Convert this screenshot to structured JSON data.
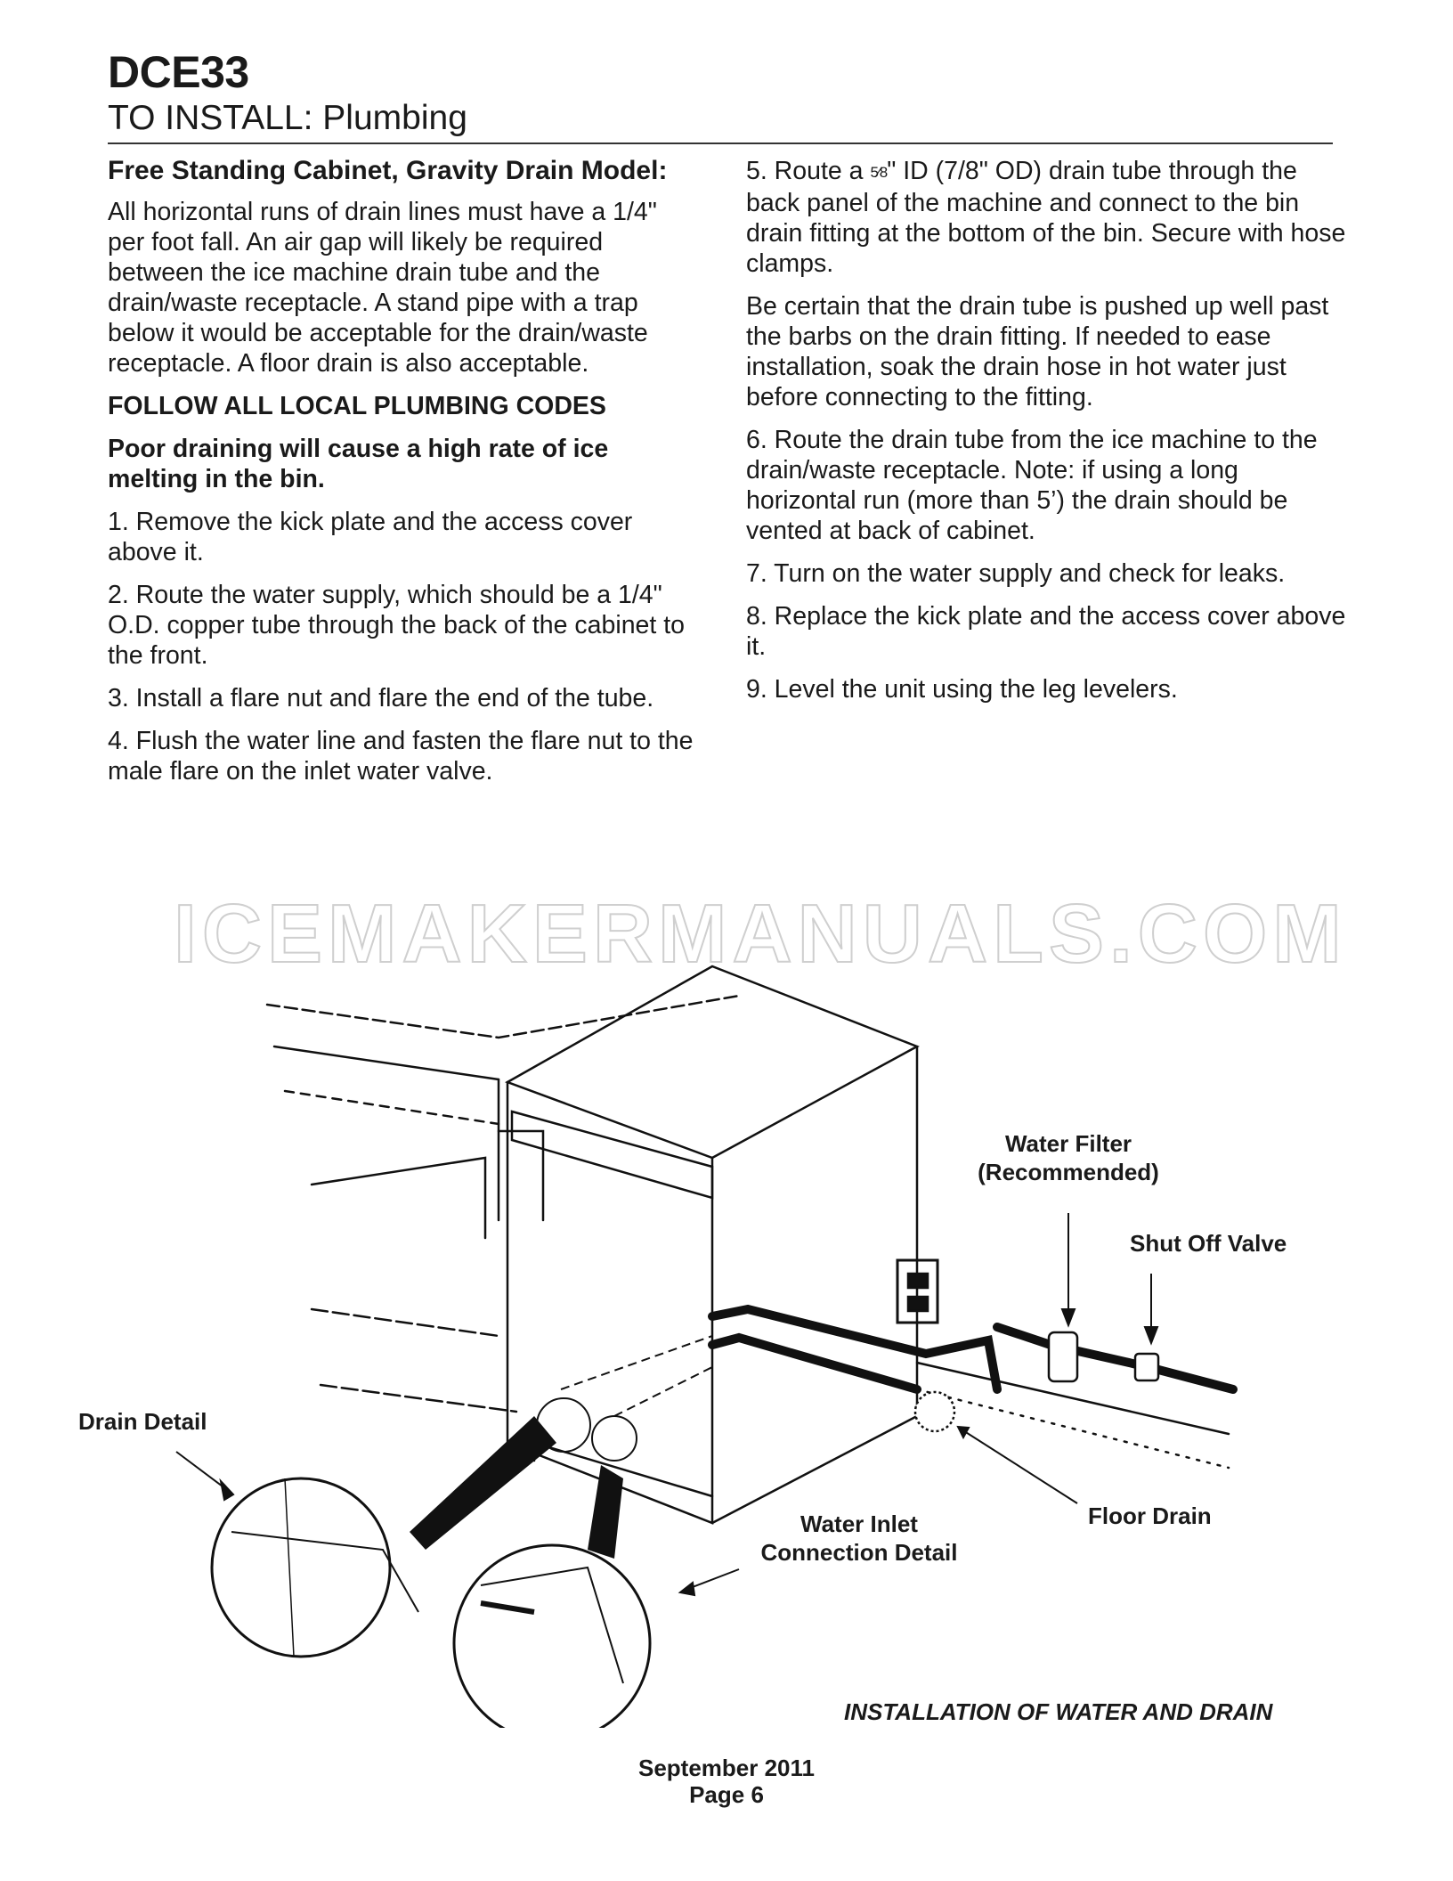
{
  "header": {
    "model": "DCE33",
    "section": "TO INSTALL: Plumbing"
  },
  "left_column": {
    "subtitle": "Free Standing Cabinet, Gravity Drain Model:",
    "intro": "All horizontal runs of drain lines must have a 1/4\" per foot fall. An air gap will likely be required between the ice machine drain tube and the drain/waste receptacle. A stand pipe with a trap below it would be acceptable for the drain/waste receptacle. A floor drain is also acceptable.",
    "codes": "FOLLOW ALL LOCAL PLUMBING CODES",
    "warning": "Poor draining will cause a high rate of ice melting in the bin.",
    "steps": [
      "1. Remove the kick plate and the access cover above it.",
      "2. Route the water supply, which should be a 1/4\" O.D. copper tube through the back of the cabinet to the front.",
      "3. Install a flare nut and flare the end of the tube.",
      "4. Flush the water line and fasten the flare nut to the male flare on the inlet water valve."
    ]
  },
  "right_column": {
    "step5_a": "5. Route a ",
    "step5_frac": "5⁄8",
    "step5_b": "\" ID (7/8\" OD) drain tube through the back panel of the machine and connect to the bin drain fitting at the bottom of the bin. Secure with hose clamps.",
    "note": "Be certain that the drain tube is pushed up well past the barbs on the drain fitting. If needed to ease installation, soak the drain hose in hot water just before connecting to the fitting.",
    "steps": [
      "6. Route the drain tube from the ice machine to the drain/waste receptacle. Note: if using a long horizontal run (more than 5’) the drain should be vented at back of cabinet.",
      "7. Turn on the water supply and check for leaks.",
      "8. Replace the kick plate and the access cover above it.",
      "9. Level the unit using the leg levelers."
    ]
  },
  "watermark": "ICEMAKERMANUALS.COM",
  "figure": {
    "labels": {
      "water_filter_1": "Water Filter",
      "water_filter_2": "(Recommended)",
      "shut_off_valve": "Shut Off Valve",
      "drain_detail": "Drain Detail",
      "water_inlet_1": "Water Inlet",
      "water_inlet_2": "Connection Detail",
      "floor_drain": "Floor Drain"
    },
    "caption": "INSTALLATION OF WATER AND DRAIN"
  },
  "footer": {
    "date": "September 2011",
    "page": "Page 6"
  }
}
